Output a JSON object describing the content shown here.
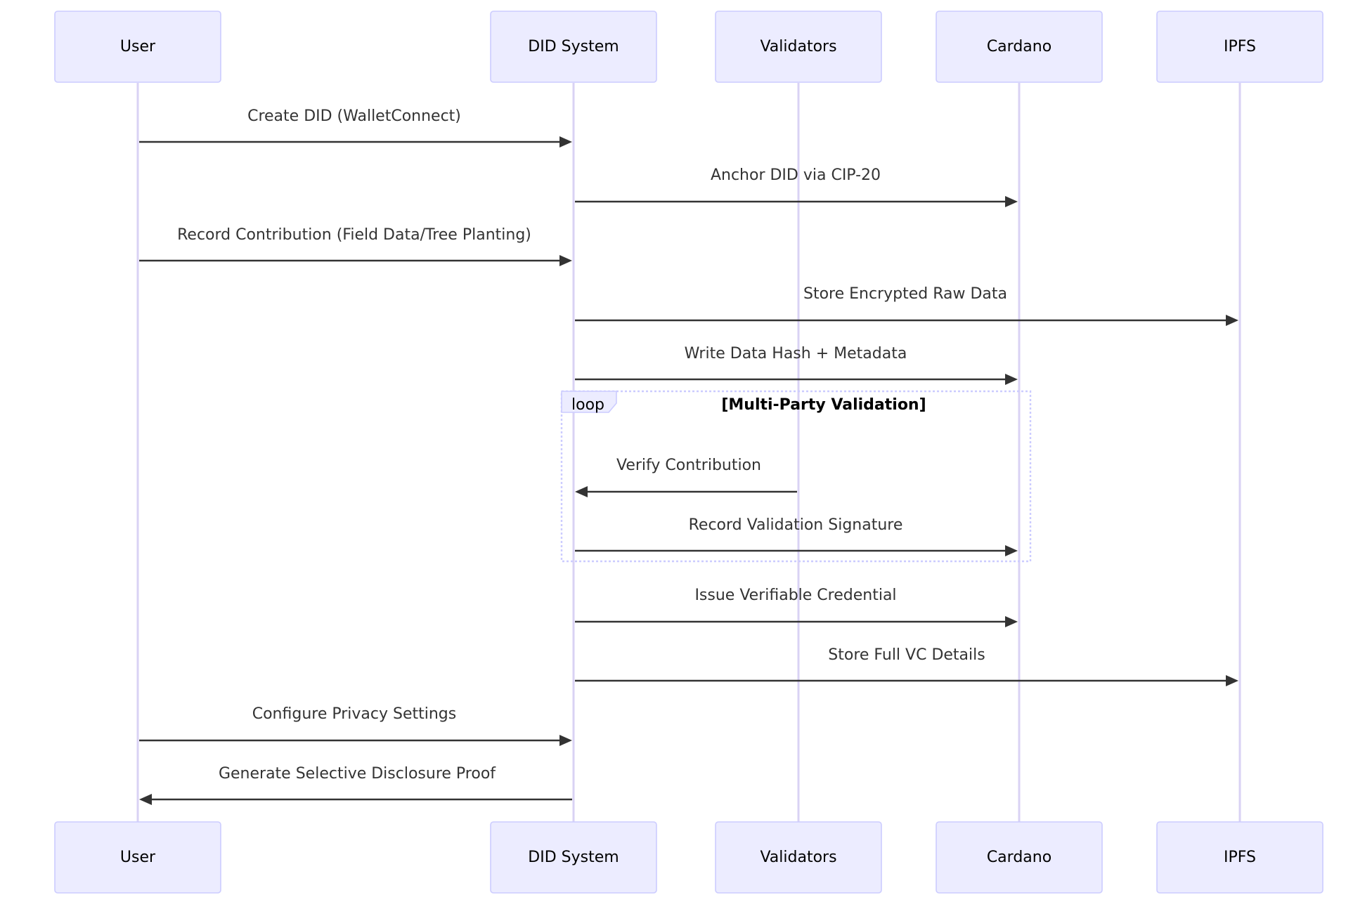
{
  "diagram": {
    "type": "sequence",
    "participants": [
      {
        "id": "user",
        "name": "User"
      },
      {
        "id": "did",
        "name": "DID System"
      },
      {
        "id": "validators",
        "name": "Validators"
      },
      {
        "id": "cardano",
        "name": "Cardano"
      },
      {
        "id": "ipfs",
        "name": "IPFS"
      }
    ],
    "messages": [
      {
        "from": "user",
        "to": "did",
        "text": "Create DID (WalletConnect)"
      },
      {
        "from": "did",
        "to": "cardano",
        "text": "Anchor DID via CIP-20"
      },
      {
        "from": "user",
        "to": "did",
        "text": "Record Contribution (Field Data/Tree Planting)"
      },
      {
        "from": "did",
        "to": "ipfs",
        "text": "Store Encrypted Raw Data"
      },
      {
        "from": "did",
        "to": "cardano",
        "text": "Write Data Hash + Metadata"
      },
      {
        "from": "validators",
        "to": "did",
        "text": "Verify Contribution"
      },
      {
        "from": "did",
        "to": "cardano",
        "text": "Record Validation Signature"
      },
      {
        "from": "did",
        "to": "cardano",
        "text": "Issue Verifiable Credential"
      },
      {
        "from": "did",
        "to": "ipfs",
        "text": "Store Full VC Details"
      },
      {
        "from": "user",
        "to": "did",
        "text": "Configure Privacy Settings"
      },
      {
        "from": "did",
        "to": "user",
        "text": "Generate Selective Disclosure Proof"
      }
    ],
    "loop": {
      "label": "loop",
      "title": "[Multi-Party Validation]"
    }
  }
}
